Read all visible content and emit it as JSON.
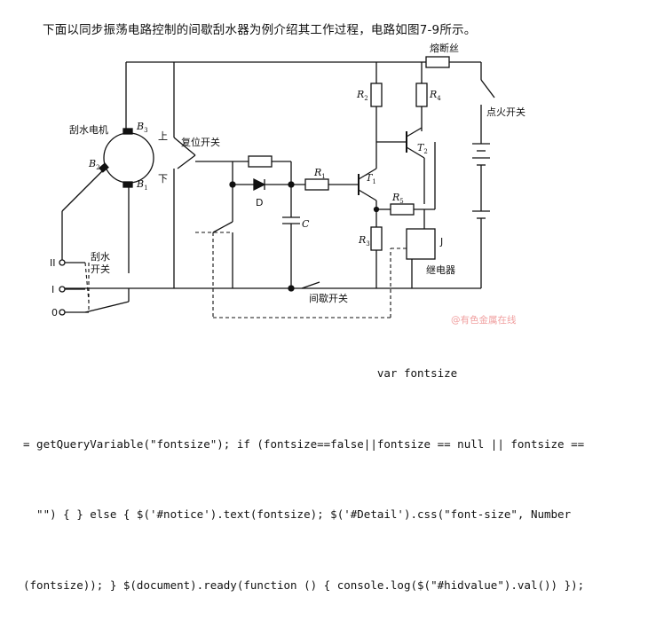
{
  "intro_text": "下面以同步振荡电路控制的间歇刮水器为例介绍其工作过程，电路如图7-9所示。",
  "labels": {
    "fuse": "熔断丝",
    "ignition_switch": "点火开关",
    "wiper_motor": "刮水电机",
    "reset_switch": "复位开关",
    "up": "上",
    "down": "下",
    "diode": "D",
    "capacitor": "C",
    "relay_letter": "J",
    "relay": "继电器",
    "intermittent_switch": "间歇开关",
    "wiper_switch_line1": "刮水",
    "wiper_switch_line2": "开关",
    "pos_II": "II",
    "pos_I": "I",
    "pos_0": "0",
    "R1": {
      "main": "R",
      "sub": "1"
    },
    "R2": {
      "main": "R",
      "sub": "2"
    },
    "R3": {
      "main": "R",
      "sub": "3"
    },
    "R4": {
      "main": "R",
      "sub": "4"
    },
    "R5": {
      "main": "R",
      "sub": "5"
    },
    "T1": {
      "main": "T",
      "sub": "1"
    },
    "T2": {
      "main": "T",
      "sub": "2"
    },
    "B1": {
      "main": "B",
      "sub": "1"
    },
    "B2": {
      "main": "B",
      "sub": "2"
    },
    "B3": {
      "main": "B",
      "sub": "3"
    }
  },
  "watermark": "@有色金属在线",
  "code_lines": [
    "                                                     var fontsize",
    "= getQueryVariable(\"fontsize\"); if (fontsize==false||fontsize == null || fontsize ==",
    "  \"\") { } else { $('#notice').text(fontsize); $('#Detail').css(\"font-size\", Number",
    "(fontsize)); } $(document).ready(function () { console.log($(\"#hidvalue\").val()) });"
  ]
}
